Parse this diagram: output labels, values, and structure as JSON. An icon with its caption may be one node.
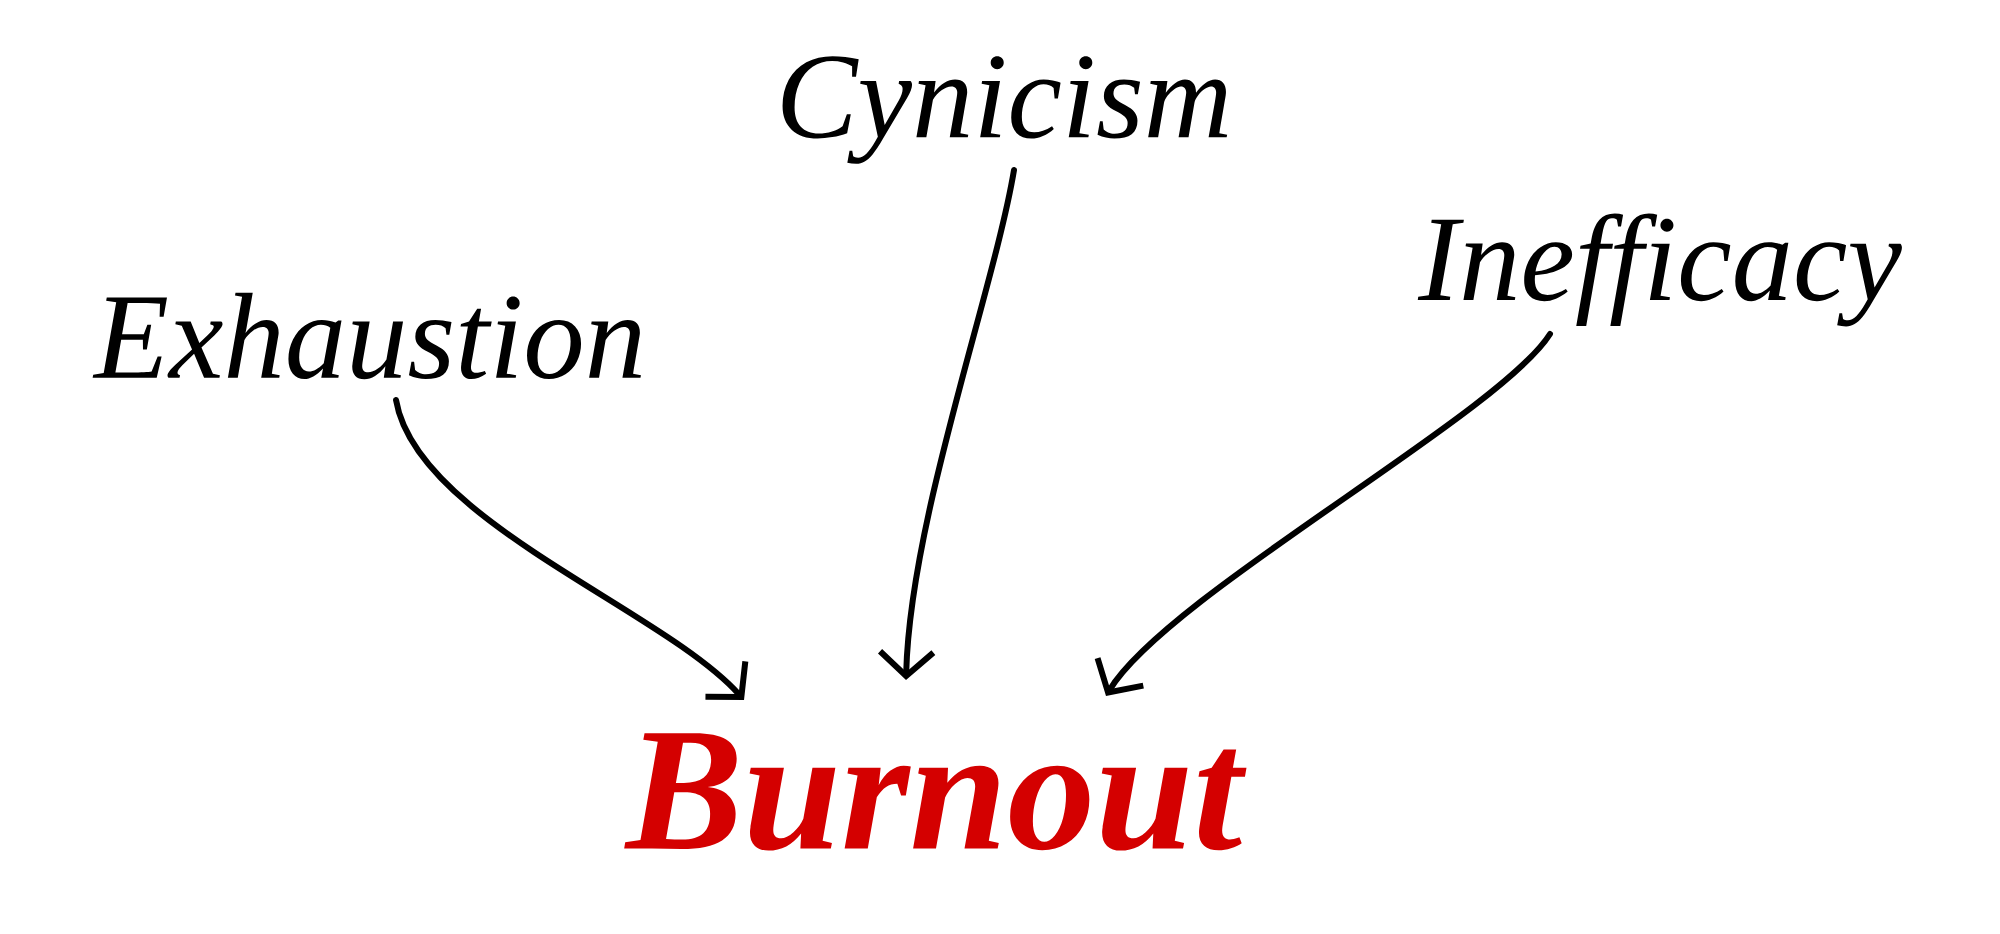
{
  "diagram": {
    "nodes": [
      {
        "text": [
          "Exhaustion"
        ]
      },
      {
        "text": [
          "Cynicism"
        ]
      },
      {
        "text": [
          "Inefficacy"
        ]
      },
      {
        "text": [
          "Burnout"
        ]
      }
    ],
    "edges": [
      {
        "from": 0,
        "to": 3,
        "arrow": "to"
      },
      {
        "from": 1,
        "to": 3,
        "arrow": "to"
      },
      {
        "from": 2,
        "to": 3,
        "arrow": "to"
      }
    ]
  }
}
